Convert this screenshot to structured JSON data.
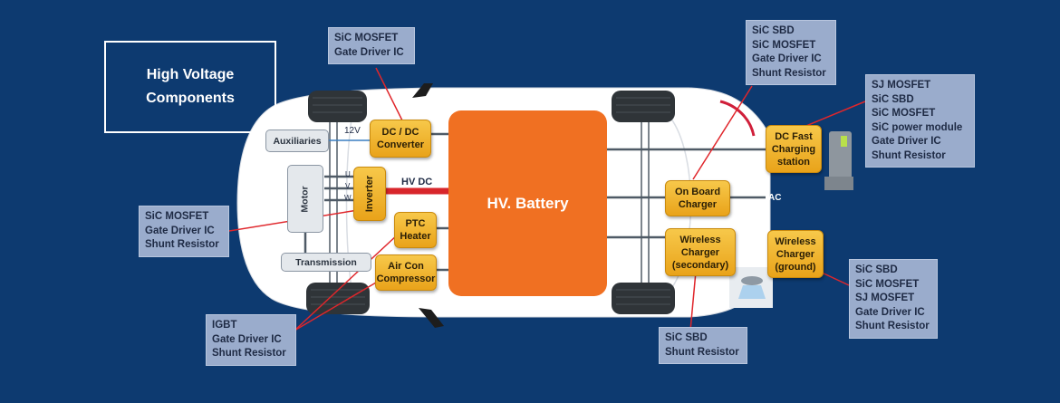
{
  "title": {
    "line1": "High Voltage",
    "line2": "Components"
  },
  "battery": {
    "label": "HV. Battery"
  },
  "blocks": {
    "auxiliaries": "Auxiliaries",
    "motor": "Motor",
    "transmission": "Transmission",
    "inverter": "Inverter",
    "dcdc": {
      "line1": "DC / DC",
      "line2": "Converter"
    },
    "ptc": {
      "line1": "PTC",
      "line2": "Heater"
    },
    "aircon": {
      "line1": "Air Con",
      "line2": "Compressor"
    },
    "onboard": {
      "line1": "On Board",
      "line2": "Charger"
    },
    "wireless_secondary": {
      "line1": "Wireless",
      "line2": "Charger",
      "line3": "(secondary)"
    },
    "wireless_ground": {
      "line1": "Wireless",
      "line2": "Charger",
      "line3": "(ground)"
    },
    "dc_fast": {
      "line1": "DC Fast",
      "line2": "Charging",
      "line3": "station"
    }
  },
  "wire_labels": {
    "v12": "12V",
    "u": "U",
    "v": "V",
    "w": "W",
    "hv_dc": "HV DC",
    "ac": "AC"
  },
  "callouts": {
    "dcdc": [
      "SiC MOSFET",
      "Gate Driver IC"
    ],
    "inverter": [
      "SiC MOSFET",
      "Gate Driver IC",
      "Shunt Resistor"
    ],
    "ptc_aircon": [
      "IGBT",
      "Gate Driver IC",
      "Shunt Resistor"
    ],
    "onboard": [
      "SiC SBD",
      "SiC MOSFET",
      "Gate Driver IC",
      "Shunt Resistor"
    ],
    "dc_fast": [
      "SJ MOSFET",
      "SiC SBD",
      "SiC MOSFET",
      "SiC power module",
      "Gate Driver IC",
      "Shunt Resistor"
    ],
    "wireless_secondary": [
      "SiC SBD",
      "Shunt Resistor"
    ],
    "wireless_ground": [
      "SiC SBD",
      "SiC MOSFET",
      "SJ MOSFET",
      "Gate Driver IC",
      "Shunt Resistor"
    ]
  },
  "colors": {
    "background": "#0d3a70",
    "battery": "#f07022",
    "callout": "#9aaccc",
    "leader": "#e0262b",
    "hv_line": "#d8262b"
  }
}
